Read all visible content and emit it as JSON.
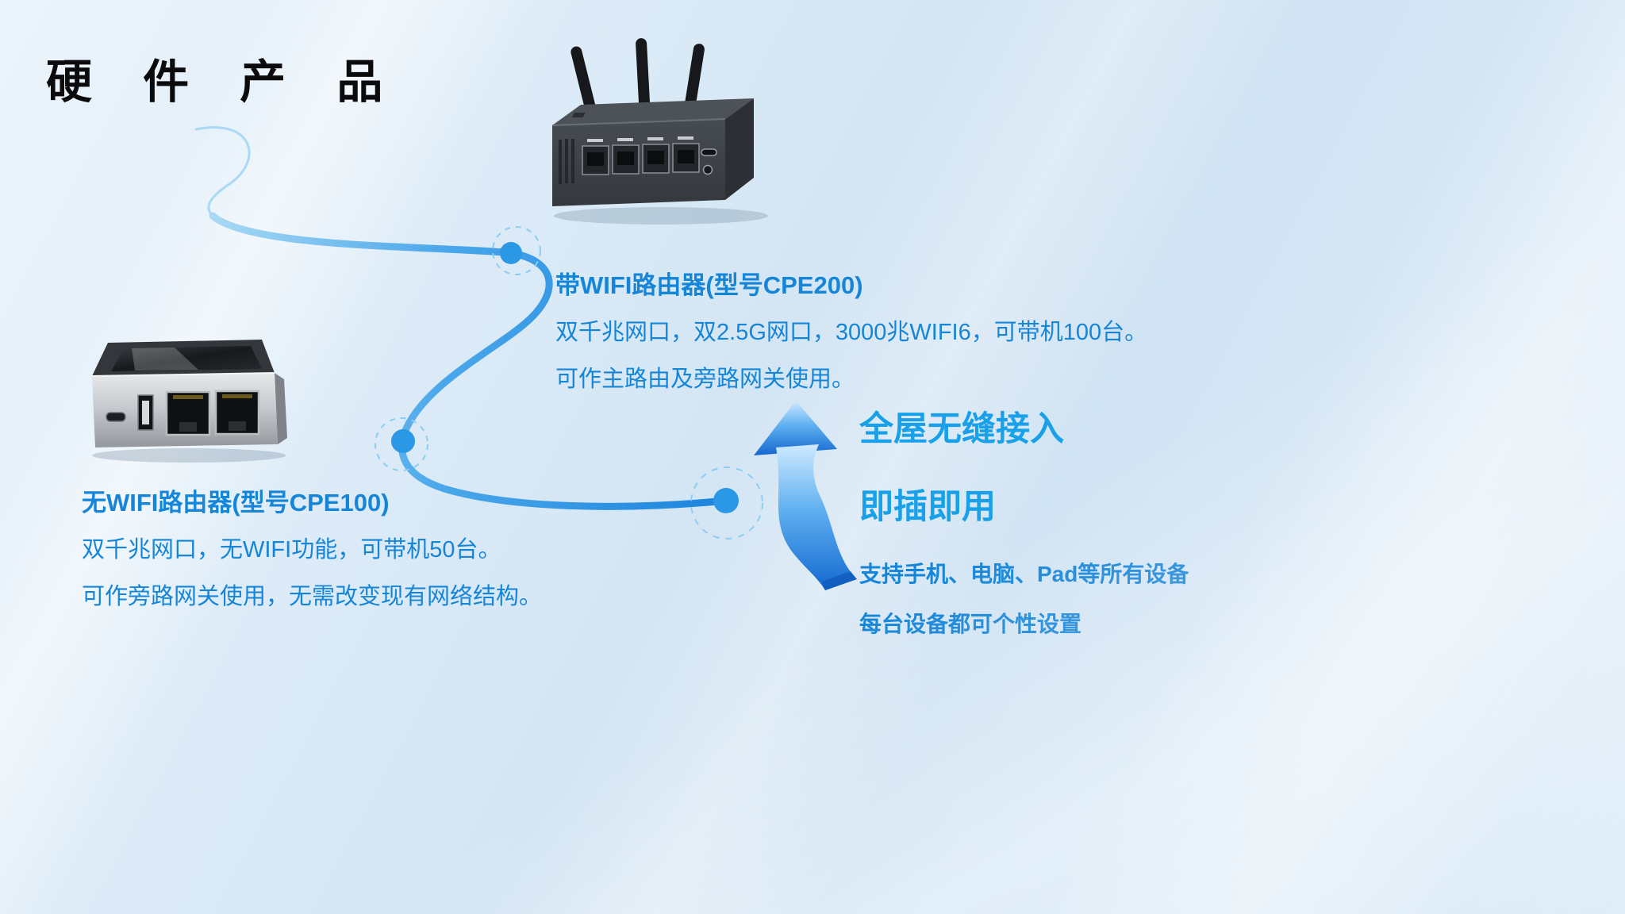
{
  "page": {
    "title": "硬 件 产 品"
  },
  "products": [
    {
      "id": "cpe200",
      "name": "带WIFI路由器(型号CPE200)",
      "lines": [
        "双千兆网口，双2.5G网口，3000兆WIFI6，可带机100台。",
        "可作主路由及旁路网关使用。"
      ]
    },
    {
      "id": "cpe100",
      "name": "无WIFI路由器(型号CPE100)",
      "lines": [
        "双千兆网口，无WIFI功能，可带机50台。",
        "可作旁路网关使用，无需改变现有网络结构。"
      ]
    }
  ],
  "features": {
    "headline1": "全屋无缝接入",
    "headline2": "即插即用",
    "sub1": "支持手机、电脑、Pad等所有设备",
    "sub2": "每台设备都可个性设置"
  },
  "colors": {
    "accent_blue": "#1585d8",
    "headline_blue": "#18a0e8",
    "line_blue": "#1b84dd",
    "line_light": "#9fd4f2",
    "title_black": "#0b0b0d"
  }
}
